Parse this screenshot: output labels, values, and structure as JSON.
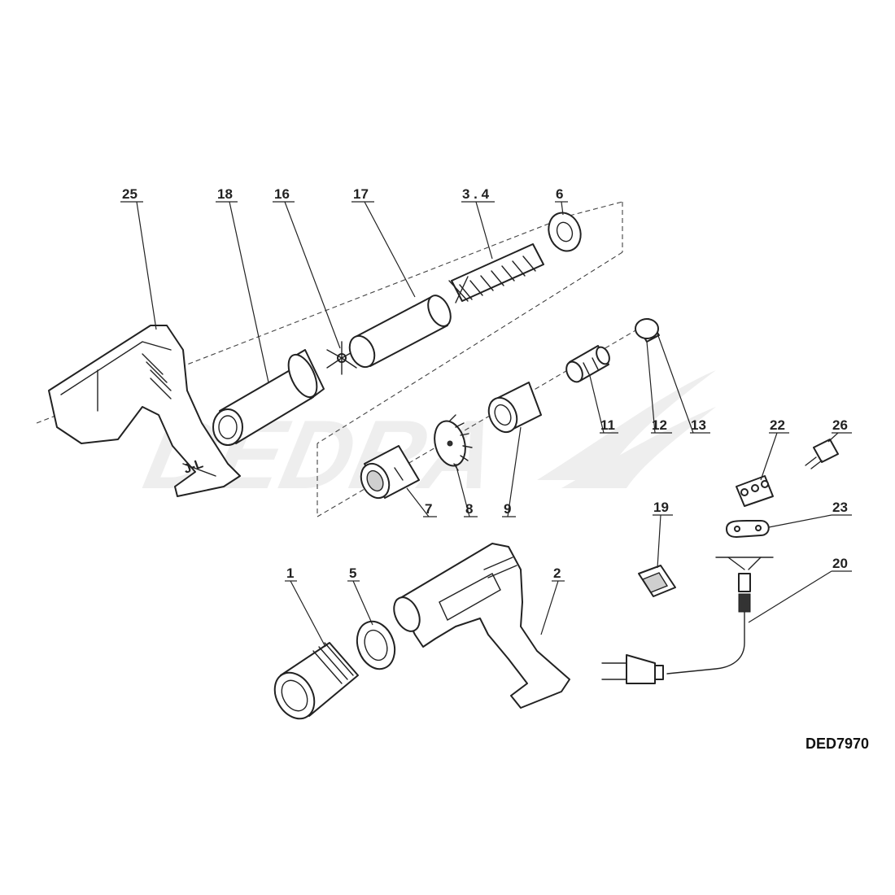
{
  "watermark": {
    "text": "DEDRA"
  },
  "model_code": "DED7970",
  "callouts": [
    {
      "id": "25",
      "label": "25"
    },
    {
      "id": "18",
      "label": "18"
    },
    {
      "id": "16",
      "label": "16"
    },
    {
      "id": "17",
      "label": "17"
    },
    {
      "id": "34",
      "label": "3 . 4"
    },
    {
      "id": "6",
      "label": "6"
    },
    {
      "id": "11",
      "label": "11"
    },
    {
      "id": "12",
      "label": "12"
    },
    {
      "id": "13",
      "label": "13"
    },
    {
      "id": "22",
      "label": "22"
    },
    {
      "id": "26",
      "label": "26"
    },
    {
      "id": "7",
      "label": "7"
    },
    {
      "id": "8",
      "label": "8"
    },
    {
      "id": "9",
      "label": "9"
    },
    {
      "id": "19",
      "label": "19"
    },
    {
      "id": "23",
      "label": "23"
    },
    {
      "id": "20",
      "label": "20"
    },
    {
      "id": "1",
      "label": "1"
    },
    {
      "id": "5",
      "label": "5"
    },
    {
      "id": "2",
      "label": "2"
    }
  ],
  "icons": [
    "housing-half-icon",
    "heating-tube-icon",
    "star-spacer-icon",
    "inner-tube-icon",
    "heating-element-icon",
    "washer-icon",
    "motor-cap-icon",
    "fan-icon",
    "motor-icon",
    "switch-icon",
    "terminal-block-icon",
    "cable-clamp-icon",
    "capacitor-icon",
    "power-cord-icon",
    "nozzle-icon",
    "nozzle-ring-icon",
    "heat-gun-body-icon"
  ]
}
